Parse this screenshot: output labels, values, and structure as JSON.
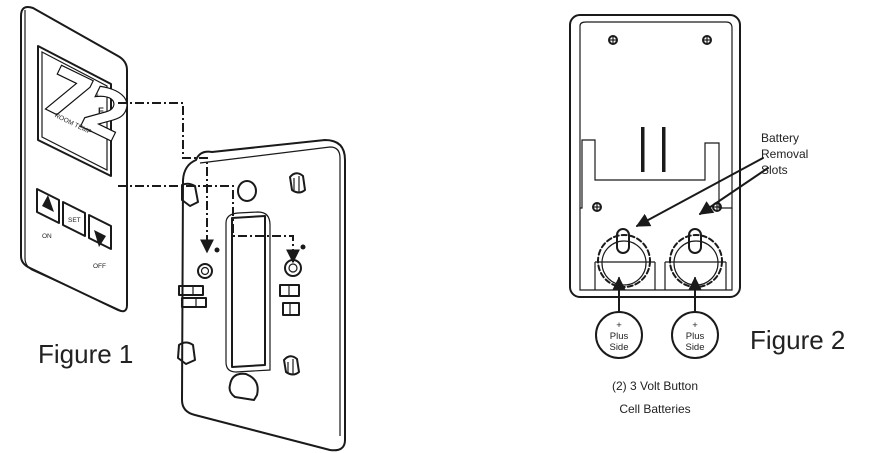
{
  "figure1": {
    "label": "Figure 1",
    "display": {
      "temperature": "72",
      "unit_sup": "°",
      "unit": "F",
      "caption": "ROOM TEMP"
    },
    "buttons": {
      "up_label": "ON",
      "set_label": "SET",
      "down_label": "OFF"
    }
  },
  "figure2": {
    "label": "Figure 2",
    "callout": [
      "Battery",
      "Removal",
      "Slots"
    ],
    "battery_marks": [
      {
        "sign": "+",
        "line1": "Plus",
        "line2": "Side"
      },
      {
        "sign": "+",
        "line1": "Plus",
        "line2": "Side"
      }
    ],
    "caption": [
      "(2) 3 Volt Button",
      "Cell Batteries"
    ]
  },
  "icons": {
    "up": "up-arrow-icon",
    "down": "down-arrow-icon",
    "screw": "screw-icon"
  }
}
